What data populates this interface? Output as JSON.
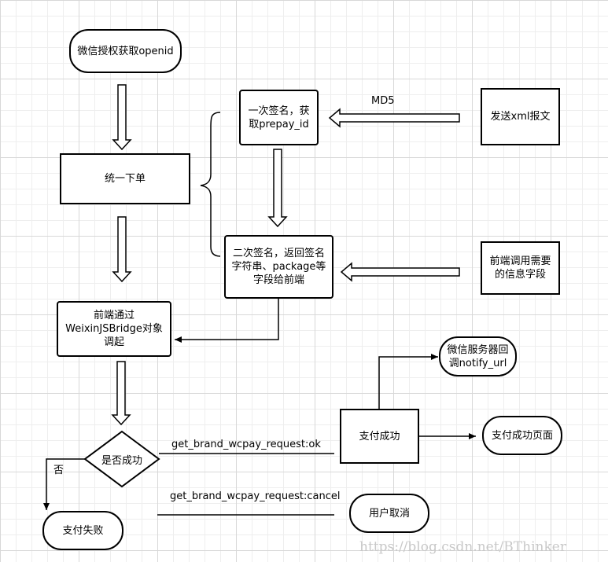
{
  "nodes": {
    "wechat_auth": "微信授权获取openid",
    "unified_order": "统一下单",
    "first_sign": "一次签名，获\n取prepay_id",
    "send_xml": "发送xml报文",
    "second_sign": "二次签名，返回签名\n字符串、package等\n字段给前端",
    "frontend_fields": "前端调用需要\n的信息字段",
    "frontend_invoke": "前端通过\nWeixinJSBridge对象\n调起",
    "success_check": "是否成功",
    "pay_success": "支付成功",
    "server_callback": "微信服务器回\n调notify_url",
    "success_page": "支付成功页面",
    "pay_fail": "支付失败",
    "user_cancel": "用户取消"
  },
  "edge_labels": {
    "md5": "MD5",
    "ok": "get_brand_wcpay_request:ok",
    "cancel": "get_brand_wcpay_request:cancel",
    "no": "否"
  },
  "watermark": "https://blog.csdn.net/BThinker"
}
